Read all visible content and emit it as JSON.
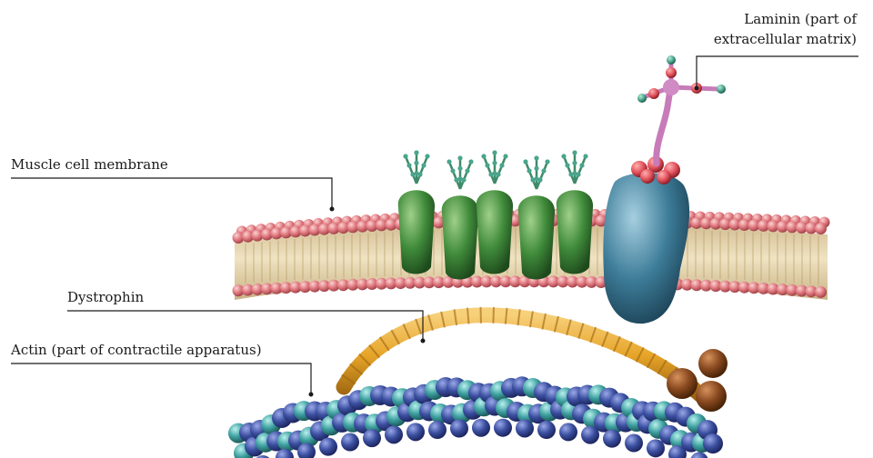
{
  "labels": {
    "laminin_line1": "Laminin (part of",
    "laminin_line2": "extracellular matrix)",
    "membrane": "Muscle cell membrane",
    "dystrophin": "Dystrophin",
    "actin": "Actin (part of contractile apparatus)"
  },
  "colors": {
    "phospholipid_head": "#e07a80",
    "phospholipid_tail": "#d9c79a",
    "glycoprotein": "#3f8a3a",
    "dystroglycan": "#3d7c98",
    "laminin": "#c77bb8",
    "laminin_node": "#e0505a",
    "laminin_tip": "#4aa58c",
    "dystrophin": "#e6a428",
    "actin_blue": "#3b4fa0",
    "actin_teal": "#3ea0a0",
    "brown_sphere": "#8a4a20",
    "leader_line": "#1a1a1a"
  }
}
